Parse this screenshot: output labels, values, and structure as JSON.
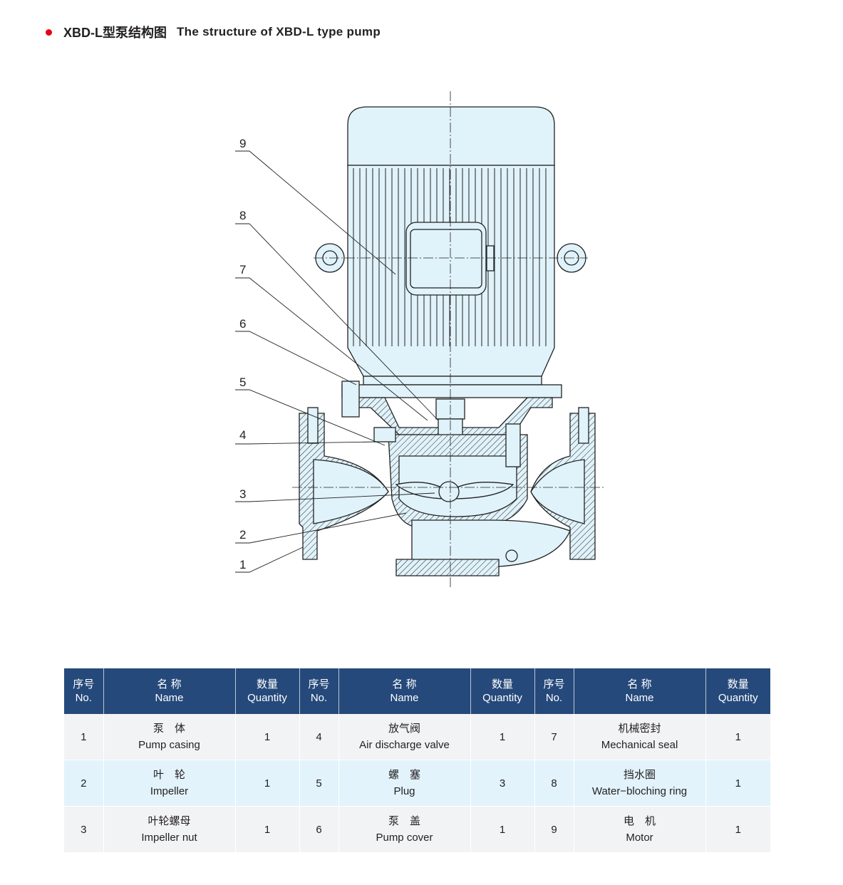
{
  "title": {
    "cn": "XBD-L型泵结构图",
    "en": "The structure of XBD-L type pump"
  },
  "diagram": {
    "callouts": [
      "1",
      "2",
      "3",
      "4",
      "5",
      "6",
      "7",
      "8",
      "9"
    ]
  },
  "table": {
    "headers": [
      {
        "cn": "序号",
        "en": "No."
      },
      {
        "cn": "名 称",
        "en": "Name"
      },
      {
        "cn": "数量",
        "en": "Quantity"
      },
      {
        "cn": "序号",
        "en": "No."
      },
      {
        "cn": "名 称",
        "en": "Name"
      },
      {
        "cn": "数量",
        "en": "Quantity"
      },
      {
        "cn": "序号",
        "en": "No."
      },
      {
        "cn": "名 称",
        "en": "Name"
      },
      {
        "cn": "数量",
        "en": "Quantity"
      }
    ],
    "rows": [
      [
        {
          "no": "1",
          "cn": "泵　体",
          "en": "Pump casing",
          "qty": "1"
        },
        {
          "no": "4",
          "cn": "放气阀",
          "en": "Air discharge valve",
          "qty": "1"
        },
        {
          "no": "7",
          "cn": "机械密封",
          "en": "Mechanical seal",
          "qty": "1"
        }
      ],
      [
        {
          "no": "2",
          "cn": "叶　轮",
          "en": "Impeller",
          "qty": "1"
        },
        {
          "no": "5",
          "cn": "螺　塞",
          "en": "Plug",
          "qty": "3"
        },
        {
          "no": "8",
          "cn": "挡水圈",
          "en": "Water−bloching ring",
          "qty": "1"
        }
      ],
      [
        {
          "no": "3",
          "cn": "叶轮螺母",
          "en": "Impeller nut",
          "qty": "1"
        },
        {
          "no": "6",
          "cn": "泵　盖",
          "en": "Pump cover",
          "qty": "1"
        },
        {
          "no": "9",
          "cn": "电　机",
          "en": "Motor",
          "qty": "1"
        }
      ]
    ]
  }
}
